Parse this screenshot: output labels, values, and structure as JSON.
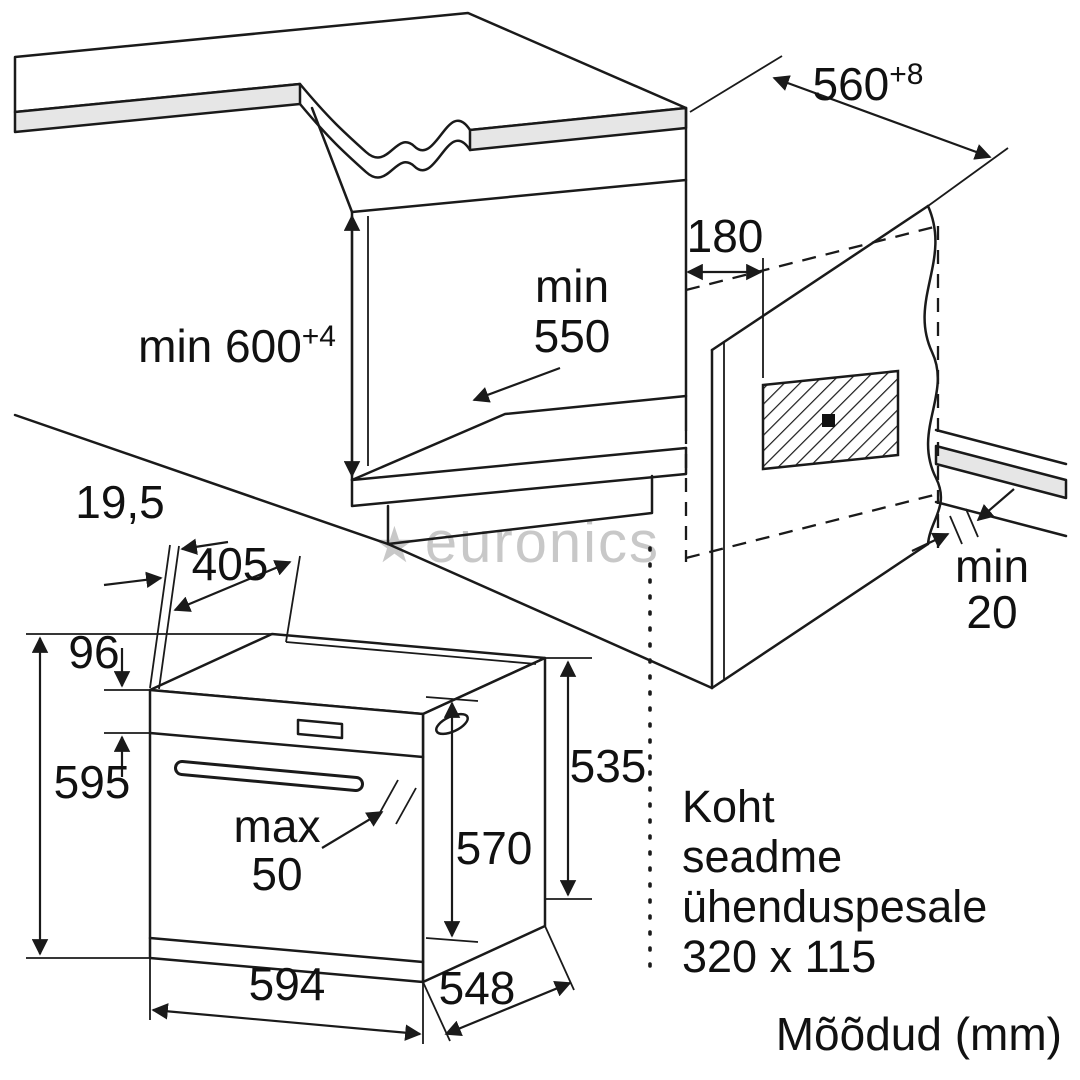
{
  "diagram": {
    "watermark": {
      "star": "★",
      "text": "euronics"
    },
    "units_note": "Mõõdud (mm)",
    "connection_note": {
      "lines": [
        "Koht",
        "seadme",
        "ühenduspesale",
        "320 x 115"
      ]
    },
    "dimensions": {
      "niche_height": {
        "text": "min 600",
        "sup": "+4"
      },
      "niche_depth": {
        "line1": "min",
        "line2": "550"
      },
      "socket_offset": "180",
      "niche_width": {
        "text": "560",
        "sup": "+8"
      },
      "rear_gap": {
        "line1": "min",
        "line2": "20"
      },
      "panel_offset": "19,5",
      "top_depth": "405",
      "panel_height": "96",
      "oven_height": "595",
      "handle_protrusion": {
        "line1": "max",
        "line2": "50"
      },
      "door_height": "570",
      "body_height": "535",
      "oven_width": "594",
      "oven_depth": "548"
    },
    "colors": {
      "line": "#1a1a1a",
      "panel_gray": "#e6e6e6",
      "watermark": "#c8c8c8"
    }
  }
}
